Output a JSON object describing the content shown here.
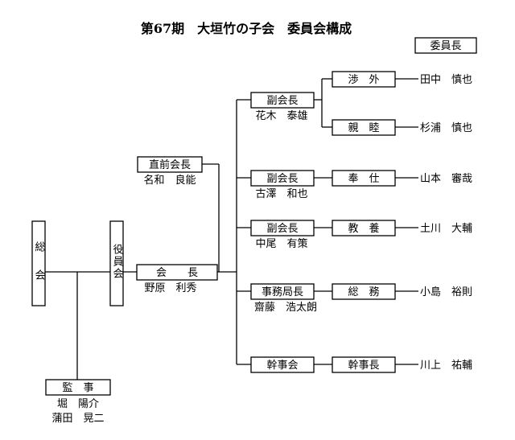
{
  "title": "第67期　大垣竹の子会　委員会構成",
  "legend": "委員長",
  "nodes": {
    "soukai": "総会",
    "yakuinkai": "役員会",
    "kantoku": {
      "label": "監　事",
      "names": [
        "堀　陽介",
        "蒲田　晃二"
      ]
    },
    "kaicho": {
      "label": "会　　長",
      "name": "野原　利秀"
    },
    "zenkaicho": {
      "label": "直前会長",
      "name": "名和　良能"
    },
    "fuku1": {
      "label": "副会長",
      "name": "花木　泰雄"
    },
    "fuku2": {
      "label": "副会長",
      "name": "古澤　和也"
    },
    "fuku3": {
      "label": "副会長",
      "name": "中尾　有策"
    },
    "jimukyoku": {
      "label": "事務局長",
      "name": "齋藤　浩太朗"
    },
    "kanjikai": {
      "label": "幹事会"
    }
  },
  "committees": [
    {
      "label": "渉　外",
      "chair": "田中　慎也"
    },
    {
      "label": "親　睦",
      "chair": "杉浦　慎也"
    },
    {
      "label": "奉　仕",
      "chair": "山本　審哉"
    },
    {
      "label": "教　養",
      "chair": "土川　大輔"
    },
    {
      "label": "総　務",
      "chair": "小島　裕則"
    },
    {
      "label": "幹事長",
      "chair": "川上　祐輔"
    }
  ]
}
